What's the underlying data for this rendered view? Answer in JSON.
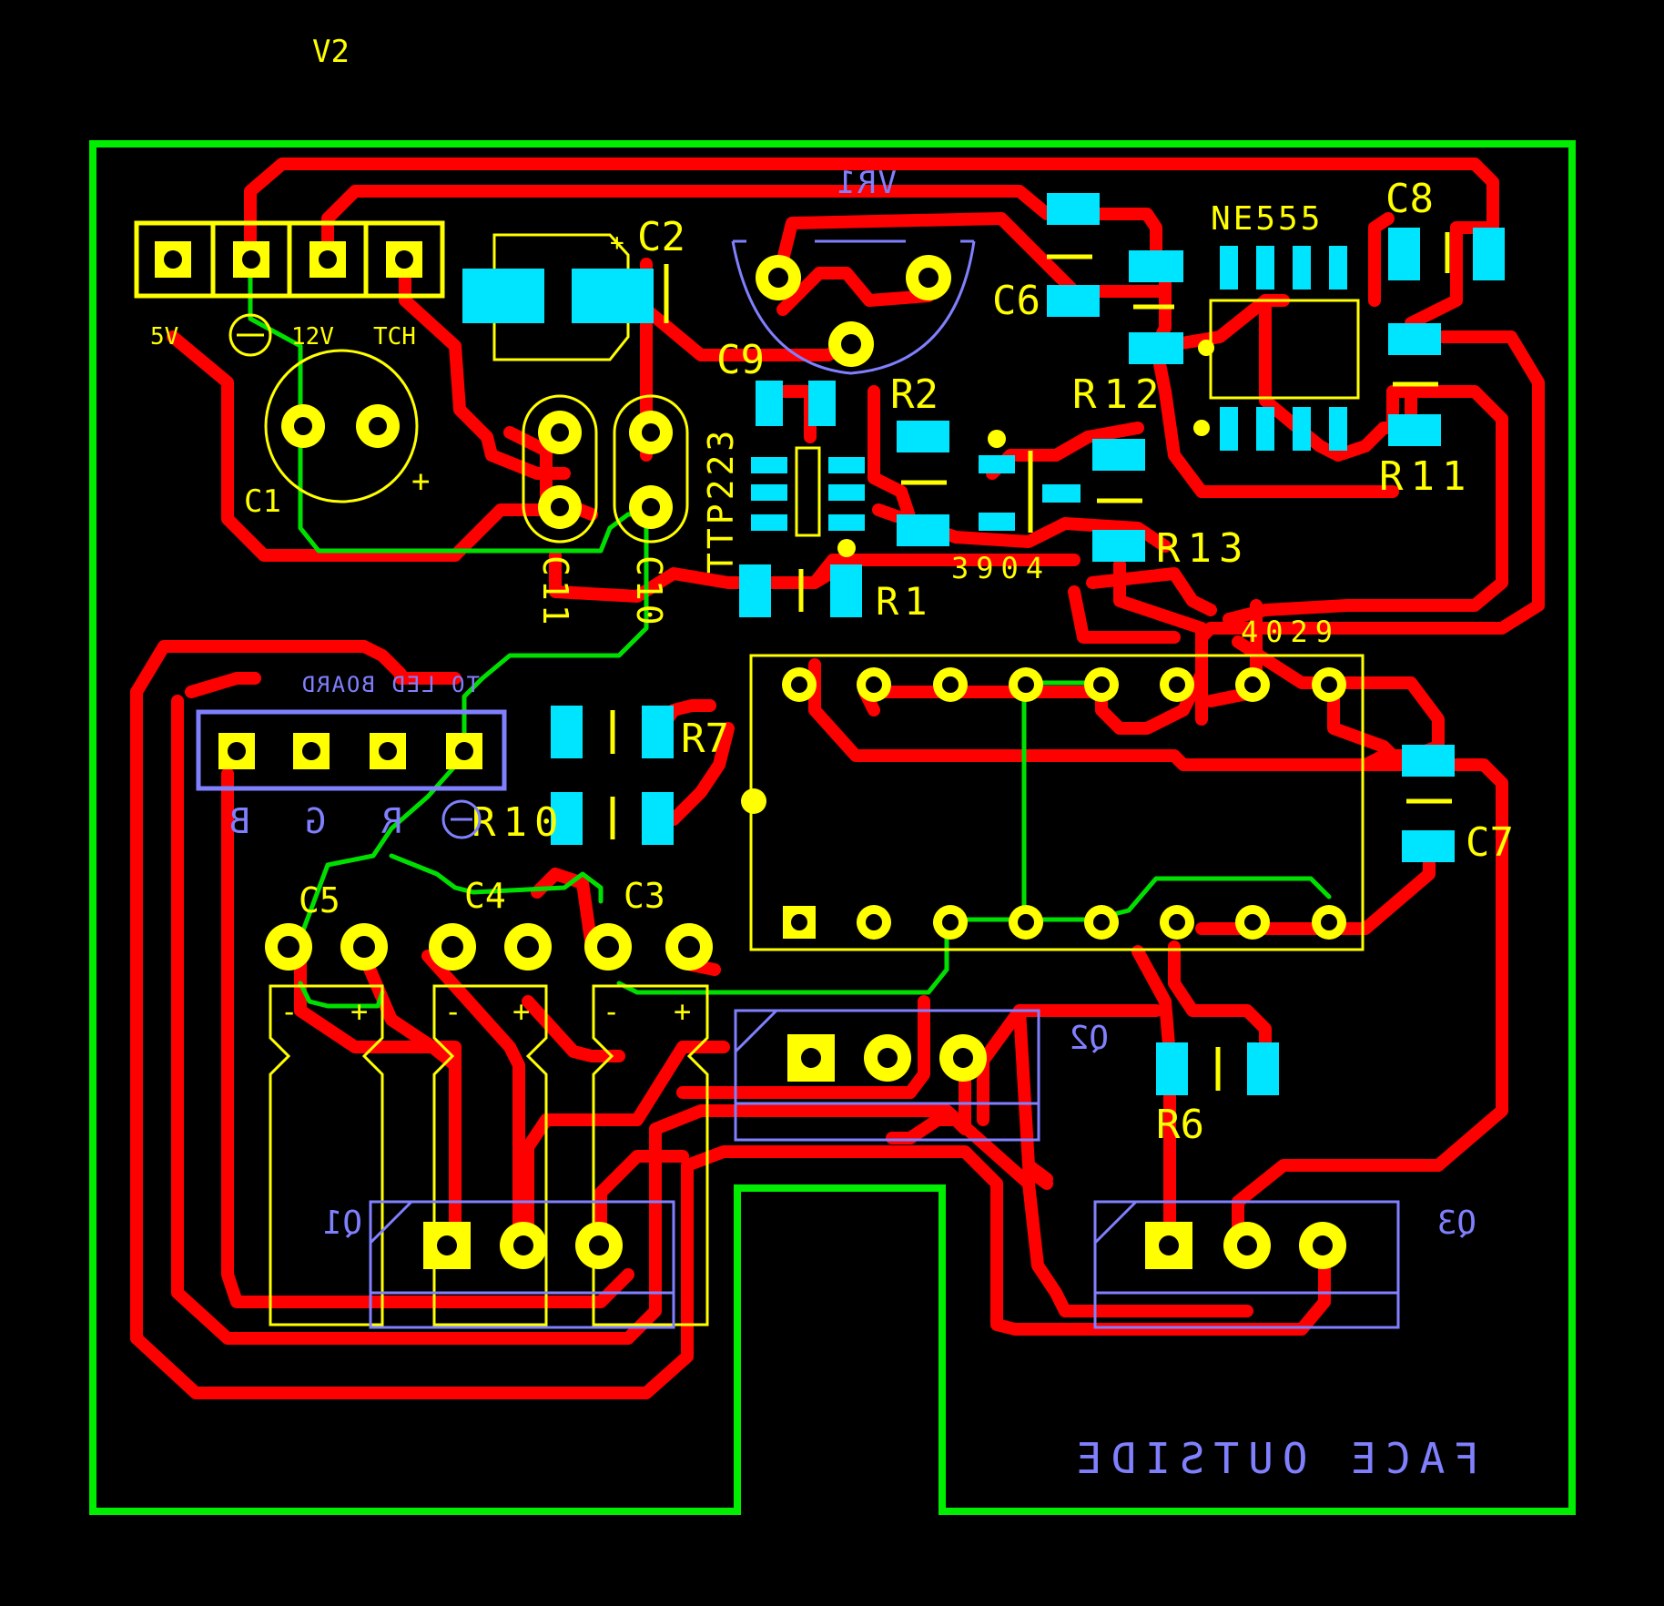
{
  "board": {
    "version": "V2",
    "face_text": "FACE OUTSIDE",
    "led_header_label": "TO LED BOARD"
  },
  "colors": {
    "background": "#000000",
    "outline": "#00ee00",
    "copper": "#ff0000",
    "ground": "#00e000",
    "silk_top": "#ffff00",
    "silk_bottom": "#8080ff",
    "smd_pad": "#00e5ff"
  },
  "power_header": {
    "pin_labels": [
      "5V",
      "⊖",
      "12V",
      "TCH"
    ]
  },
  "led_header": {
    "pin_labels": [
      "B",
      "G",
      "R",
      "⊖"
    ]
  },
  "components": {
    "c1": "C1",
    "c1_plus": "+",
    "c2": "C2",
    "c2_plus": "+",
    "c3": "C3",
    "c4": "C4",
    "c5": "C5",
    "c6": "C6",
    "c7": "C7",
    "c8": "C8",
    "c9": "C9",
    "c10": "C10",
    "c11": "C11",
    "r1": "R1",
    "r2": "R2",
    "r6": "R6",
    "r7": "R7",
    "r10": "R10",
    "r11": "R11",
    "r12": "R12",
    "r13": "R13",
    "vr1": "VR1",
    "ne555": "NE555",
    "ttp223": "TTP223",
    "q3904": "3904",
    "ic4029": "4029",
    "q1": "Q1",
    "q2": "Q2",
    "q3": "Q3",
    "minus": "-",
    "plus": "+"
  }
}
